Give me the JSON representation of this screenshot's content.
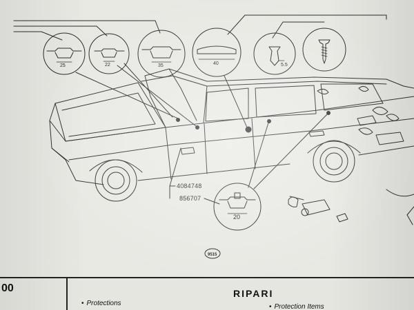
{
  "diagram": {
    "part_numbers": [
      "4084748",
      "856707"
    ],
    "page_ref": "9515",
    "dimensions": {
      "d1": "25",
      "d2": "22",
      "d3": "35",
      "d4": "40",
      "d5": "5.5",
      "d6": "20"
    }
  },
  "footer": {
    "model": "00",
    "title": "RIPARI",
    "left_item": "Protections",
    "right_item": "Protection Items"
  }
}
